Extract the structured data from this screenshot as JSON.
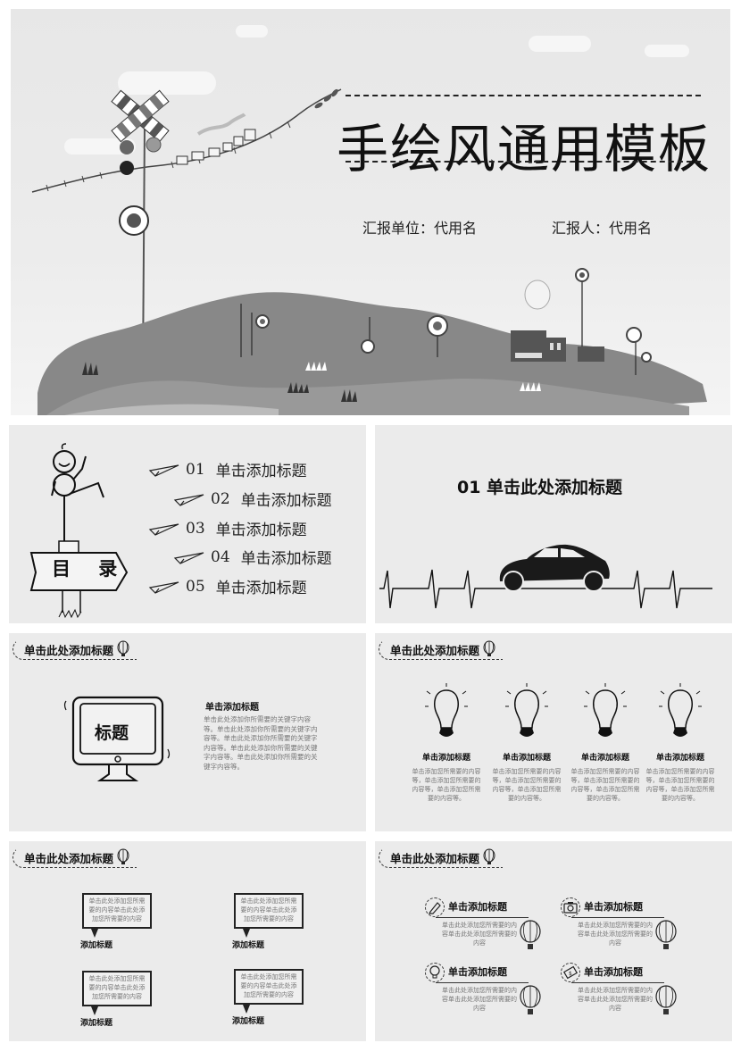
{
  "cover": {
    "title": "手绘风通用模板",
    "unit_label": "汇报单位：代用名",
    "reporter_label": "汇报人：代用名"
  },
  "toc": {
    "sign_label": "目 录",
    "items": [
      {
        "num": "01",
        "label": "单击添加标题"
      },
      {
        "num": "02",
        "label": "单击添加标题"
      },
      {
        "num": "03",
        "label": "单击添加标题"
      },
      {
        "num": "04",
        "label": "单击添加标题"
      },
      {
        "num": "05",
        "label": "单击添加标题"
      }
    ]
  },
  "section": {
    "title": "01  单击此处添加标题"
  },
  "slide3": {
    "header": "单击此处添加标题",
    "monitor_label": "标题",
    "heading": "单击添加标题",
    "body": "单击此处添加你所需要的关键字内容等。单击此处添加你所需要的关键字内容等。单击此处添加你所需要的关键字内容等。单击此处添加你所需要的关键字内容等。单击此处添加你所需要的关键字内容等。"
  },
  "slide4": {
    "header": "单击此处添加标题",
    "columns": [
      {
        "heading": "单击添加标题",
        "body": "单击添加您所需要的内容等，单击添加您所需要的内容等，单击添加您所需要的内容等。"
      },
      {
        "heading": "单击添加标题",
        "body": "单击添加您所需要的内容等，单击添加您所需要的内容等，单击添加您所需要的内容等。"
      },
      {
        "heading": "单击添加标题",
        "body": "单击添加您所需要的内容等，单击添加您所需要的内容等，单击添加您所需要的内容等。"
      },
      {
        "heading": "单击添加标题",
        "body": "单击添加您所需要的内容等，单击添加您所需要的内容等，单击添加您所需要的内容等。"
      }
    ]
  },
  "slide5": {
    "header": "单击此处添加标题",
    "bubbles": [
      {
        "text": "单击此处添加您所需要的内容单击此处添加您所需要的内容",
        "label": "添加标题"
      },
      {
        "text": "单击此处添加您所需要的内容单击此处添加您所需要的内容",
        "label": "添加标题"
      },
      {
        "text": "单击此处添加您所需要的内容单击此处添加您所需要的内容",
        "label": "添加标题"
      },
      {
        "text": "单击此处添加您所需要的内容单击此处添加您所需要的内容",
        "label": "添加标题"
      }
    ]
  },
  "slide6": {
    "header": "单击此处添加标题",
    "features": [
      {
        "icon": "pencil-icon",
        "heading": "单击添加标题",
        "body": "单击此处添加您所需要的内容单击此处添加您所需要的内容"
      },
      {
        "icon": "camera-icon",
        "heading": "单击添加标题",
        "body": "单击此处添加您所需要的内容单击此处添加您所需要的内容"
      },
      {
        "icon": "lightbulb-icon",
        "heading": "单击添加标题",
        "body": "单击此处添加您所需要的内容单击此处添加您所需要的内容"
      },
      {
        "icon": "money-icon",
        "heading": "单击添加标题",
        "body": "单击此处添加您所需要的内容单击此处添加您所需要的内容"
      }
    ]
  }
}
